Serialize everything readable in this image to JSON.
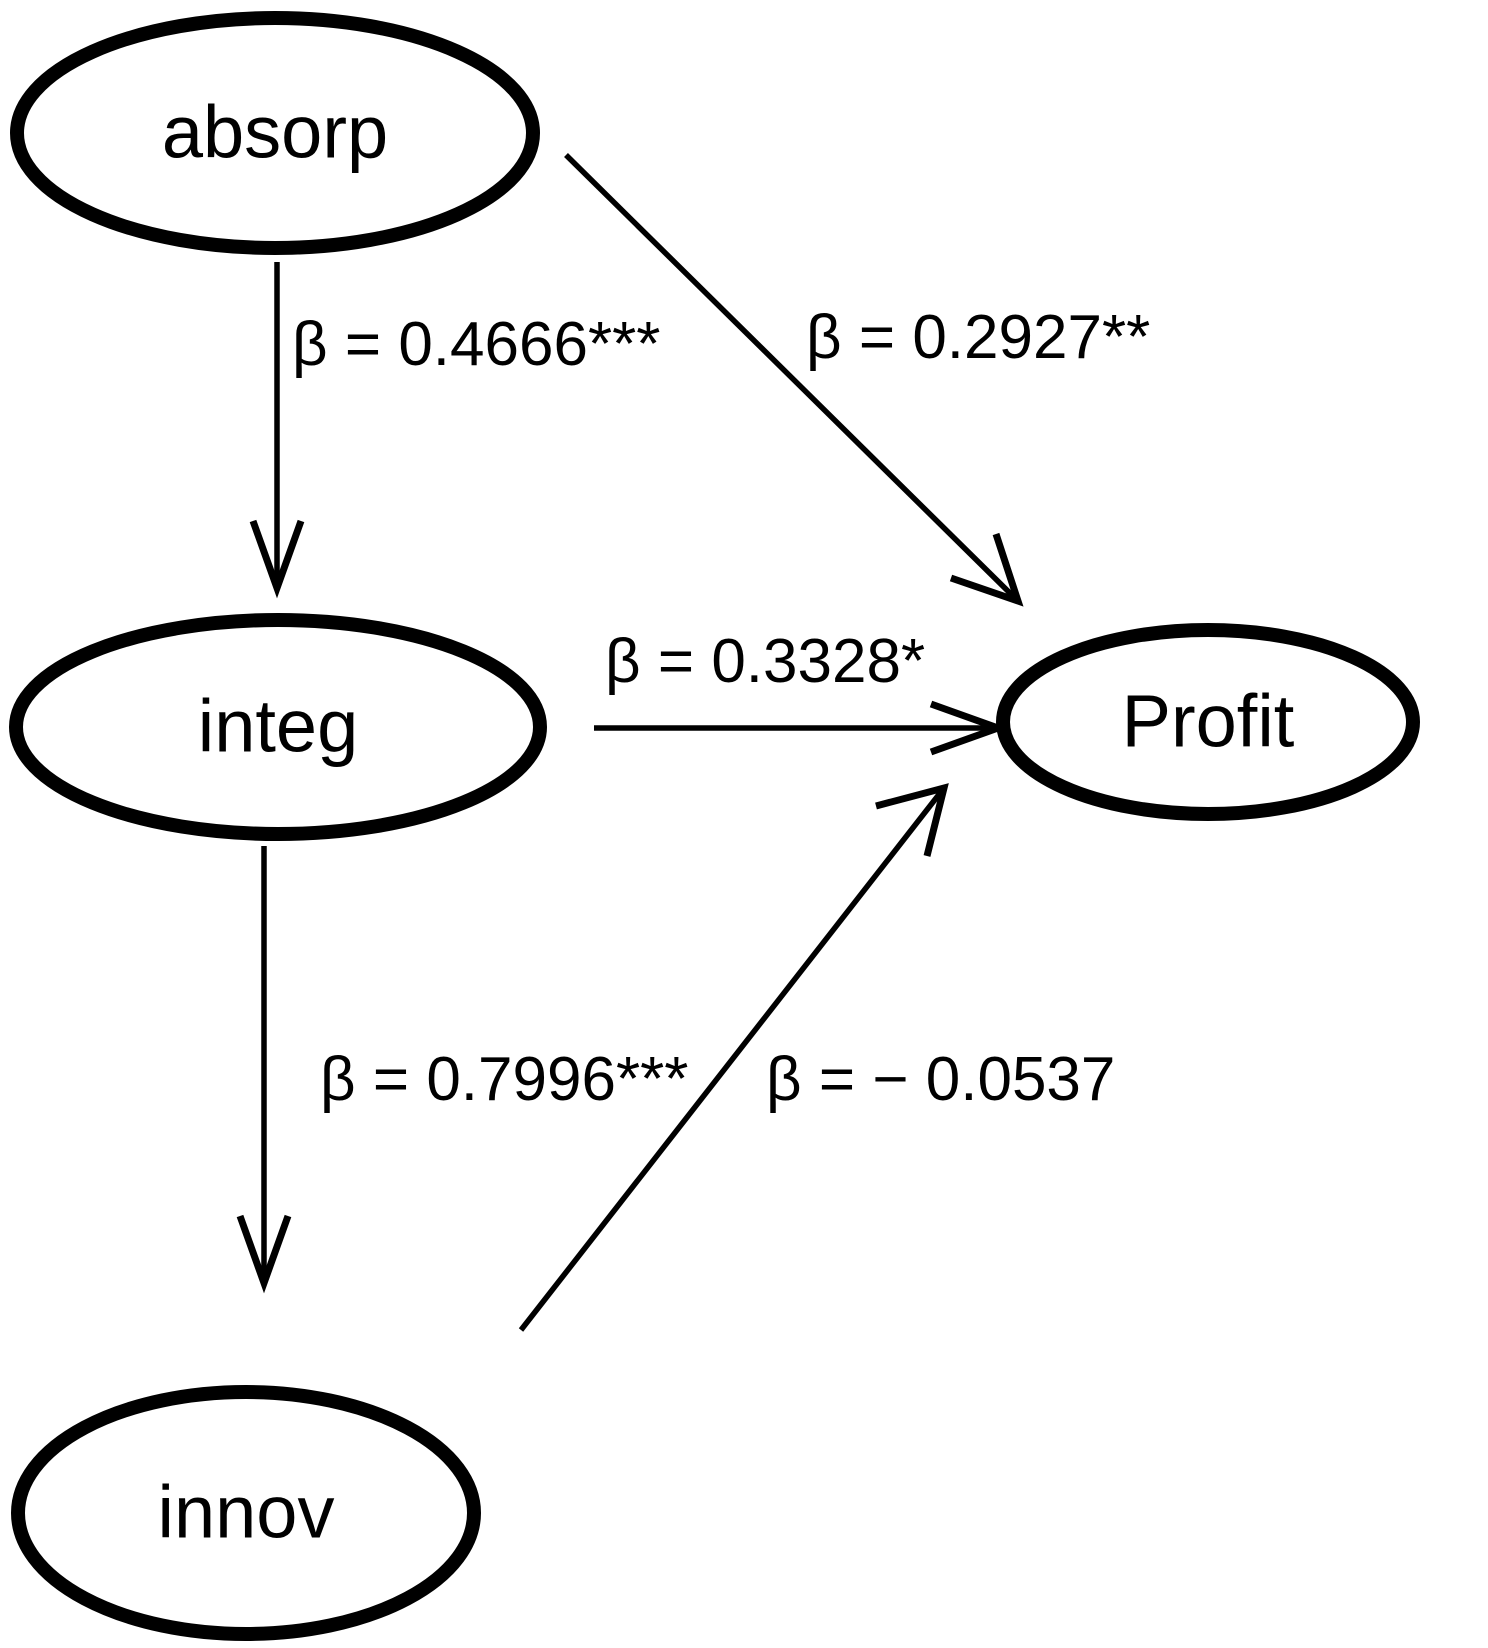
{
  "diagram": {
    "type": "path-diagram",
    "background_color": "#ffffff",
    "stroke_color": "#000000",
    "nodes": [
      {
        "id": "absorp",
        "label": "absorp"
      },
      {
        "id": "integ",
        "label": "integ"
      },
      {
        "id": "profit",
        "label": "Profit"
      },
      {
        "id": "innov",
        "label": "innov"
      }
    ],
    "edges": [
      {
        "id": "absorp-to-integ",
        "from": "absorp",
        "to": "integ",
        "label": "β = 0.4666***",
        "coefficient": 0.4666,
        "significance": "***"
      },
      {
        "id": "absorp-to-profit",
        "from": "absorp",
        "to": "profit",
        "label": "β = 0.2927**",
        "coefficient": 0.2927,
        "significance": "**"
      },
      {
        "id": "integ-to-profit",
        "from": "integ",
        "to": "profit",
        "label": "β = 0.3328*",
        "coefficient": 0.3328,
        "significance": "*"
      },
      {
        "id": "integ-to-innov",
        "from": "integ",
        "to": "innov",
        "label": "β = 0.7996***",
        "coefficient": 0.7996,
        "significance": "***"
      },
      {
        "id": "innov-to-profit",
        "from": "innov",
        "to": "profit",
        "label": "β = − 0.0537",
        "coefficient": -0.0537,
        "significance": ""
      }
    ]
  }
}
